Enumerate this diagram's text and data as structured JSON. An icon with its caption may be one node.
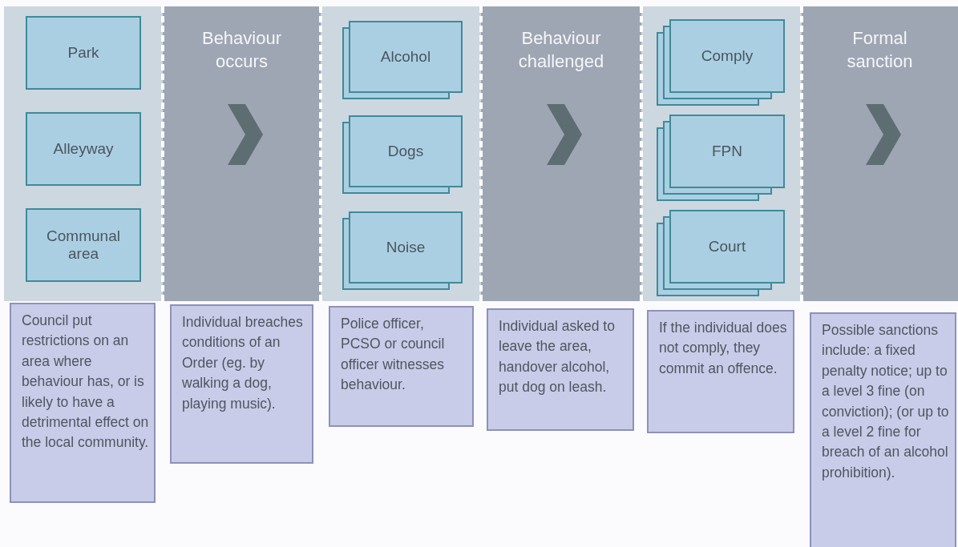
{
  "diagram": {
    "nodes": [
      {
        "text": [
          "Park"
        ]
      },
      {
        "text": [
          "Alleyway"
        ]
      },
      {
        "text": [
          "Communal area"
        ]
      },
      {
        "text": [
          "Council put restrictions on an area where behaviour has, or is likely to have a detrimental effect on the local community."
        ]
      },
      {
        "text": [
          "Behaviour occurs"
        ]
      },
      {
        "text": [
          "Individual breaches conditions of an Order (eg. by walking a dog, playing music)."
        ]
      },
      {
        "text": [
          "Alcohol"
        ]
      },
      {
        "text": [
          "Dogs"
        ]
      },
      {
        "text": [
          "Noise"
        ]
      },
      {
        "text": [
          "Police officer, PCSO or council officer witnesses behaviour."
        ]
      },
      {
        "text": [
          "Behaviour challenged"
        ]
      },
      {
        "text": [
          "Individual asked to leave the area, handover alcohol, put dog on leash."
        ]
      },
      {
        "text": [
          "Comply"
        ]
      },
      {
        "text": [
          "FPN"
        ]
      },
      {
        "text": [
          "Court"
        ]
      },
      {
        "text": [
          "If the individual does not comply, they commit an offence."
        ]
      },
      {
        "text": [
          "Formal sanction"
        ]
      },
      {
        "text": [
          "Possible sanctions include: a fixed penalty notice; up to a level 3 fine (on conviction); (or up to a level 2 fine for breach of an alcohol prohibition)."
        ]
      }
    ]
  }
}
